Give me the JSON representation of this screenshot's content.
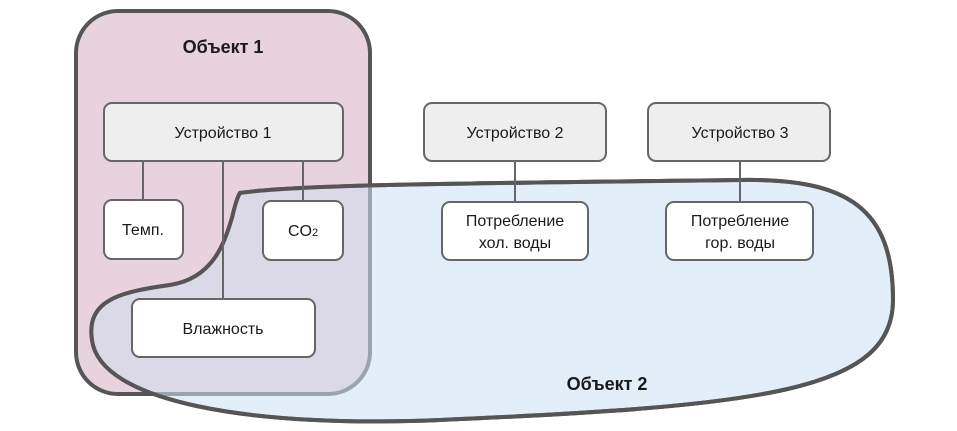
{
  "colors": {
    "object1_fill": "#e8d2dd",
    "object2_fill": "#e3eef8",
    "overlap_fill": "#dcd9e6",
    "stroke": "#555555",
    "device_fill": "#eeeeee",
    "sensor_fill": "#ffffff"
  },
  "object1": {
    "title": "Объект 1"
  },
  "object2": {
    "title": "Объект 2"
  },
  "devices": [
    {
      "label": "Устройство 1"
    },
    {
      "label": "Устройство 2"
    },
    {
      "label": "Устройство 3"
    }
  ],
  "sensors": {
    "temp": "Темп.",
    "co2_main": "CO",
    "co2_sub": "2",
    "humidity": "Влажность",
    "cold_water_line1": "Потребление",
    "cold_water_line2": "хол. воды",
    "hot_water_line1": "Потребление",
    "hot_water_line2": "гор. воды"
  }
}
